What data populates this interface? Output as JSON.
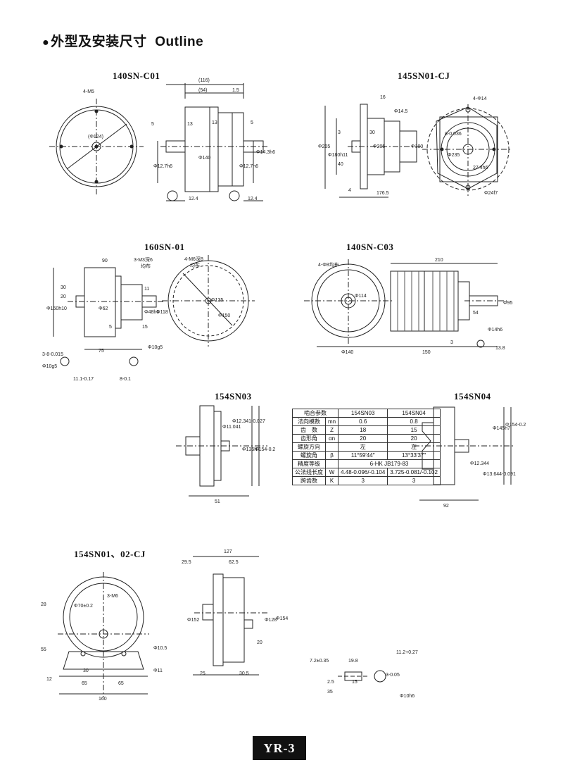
{
  "page": {
    "bullet": "●",
    "title": "外型及安装尺寸",
    "title_en": "Outline",
    "footer": "YR-3"
  },
  "models": {
    "m1": "140SN-C01",
    "m2": "145SN01-CJ",
    "m3": "160SN-01",
    "m4": "140SN-C03",
    "m5": "154SN03",
    "m6": "154SN04",
    "m7": "154SN01、02-CJ"
  },
  "dims": {
    "m1": [
      "4-M5",
      "(Φ124)",
      "(116)",
      "(54)",
      "1.5",
      "5",
      "13",
      "13",
      "5",
      "Φ140",
      "Φ12.7h6",
      "Φ12.7h6",
      "Φ14.3h6",
      "12.4",
      "12.4"
    ],
    "m2": [
      "16",
      "Φ14.5",
      "Φ265",
      "Φ180h11",
      "30",
      "3",
      "Φ205",
      "Φ100",
      "40",
      "4",
      "176.5",
      "4-Φ14",
      "8-0.036",
      "Φ235",
      "27.4h6",
      "Φ24f7"
    ],
    "m3": [
      "90",
      "3-M3深6",
      "均布",
      "4-M6深8",
      "均布",
      "30",
      "20",
      "Φ160h10",
      "Φ62",
      "11",
      "Φ48h6",
      "Φ118",
      "5",
      "15",
      "Φ135",
      "Φ150",
      "75",
      "Φ10g5",
      "3-8-0.015",
      "Φ10g5",
      "11.1-0.17",
      "8-0.1"
    ],
    "m4": [
      "4-Φ8均布",
      "210",
      "Φ114",
      "Φ95",
      "54",
      "3",
      "Φ14h6",
      "Φ140",
      "150",
      "13.8"
    ],
    "m5": [
      "Φ11.041",
      "Φ12.341-0.027",
      "Φ136h7",
      "Φ154-0.2",
      "51"
    ],
    "m6": [
      "Φ145h7",
      "Φ154-0.2",
      "Φ12.344",
      "Φ13.644-0.091",
      "92"
    ],
    "m7": [
      "127",
      "29.5",
      "62.5",
      "Φ70±0.2",
      "3-M6",
      "28",
      "55",
      "12",
      "30",
      "65",
      "65",
      "160",
      "Φ10.5",
      "Φ11",
      "Φ152",
      "Φ128",
      "Φ154",
      "20",
      "25",
      "30.5",
      "7.2±0.35",
      "19.8",
      "11.2+0.27",
      "2.5",
      "15",
      "35",
      "3-0.05",
      "Φ10h6"
    ]
  },
  "spec_table": {
    "header": [
      "啮合参数",
      "154SN03",
      "154SN04"
    ],
    "rows": [
      [
        "法向模数",
        "mn",
        "0.6",
        "0.8"
      ],
      [
        "齿　数",
        "Z",
        "18",
        "15"
      ],
      [
        "齿形角",
        "αn",
        "20",
        "20"
      ],
      [
        "螺旋方向",
        "",
        "左",
        "左"
      ],
      [
        "螺旋角",
        "β",
        "11°59′44″",
        "13°33′37″"
      ],
      [
        "精度等级",
        "",
        "6-HK JB179-83",
        ""
      ],
      [
        "公法线长度",
        "W",
        "4.48-0.096/-0.104",
        "3.725-0.081/-0.102"
      ],
      [
        "跨齿数",
        "K",
        "3",
        "3"
      ]
    ]
  }
}
